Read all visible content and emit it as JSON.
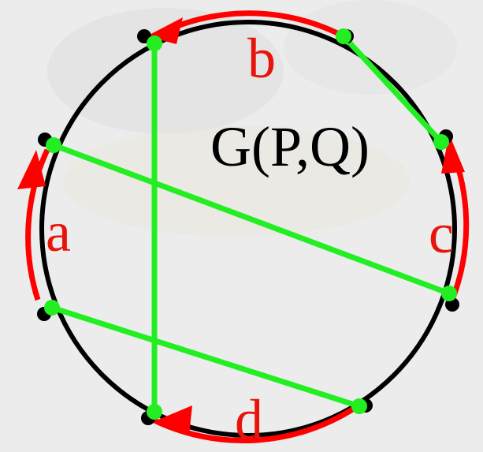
{
  "diagram": {
    "title": "G(P,Q)",
    "arc_labels": {
      "a": "a",
      "b": "b",
      "c": "c",
      "d": "d"
    },
    "colors": {
      "background": "#ececec",
      "circle": "#000000",
      "highlight_arc": "#ff0000",
      "label_red": "#e8140a",
      "label_black": "#000000",
      "chord": "#22ee22",
      "endpoint": "#000000"
    }
  }
}
